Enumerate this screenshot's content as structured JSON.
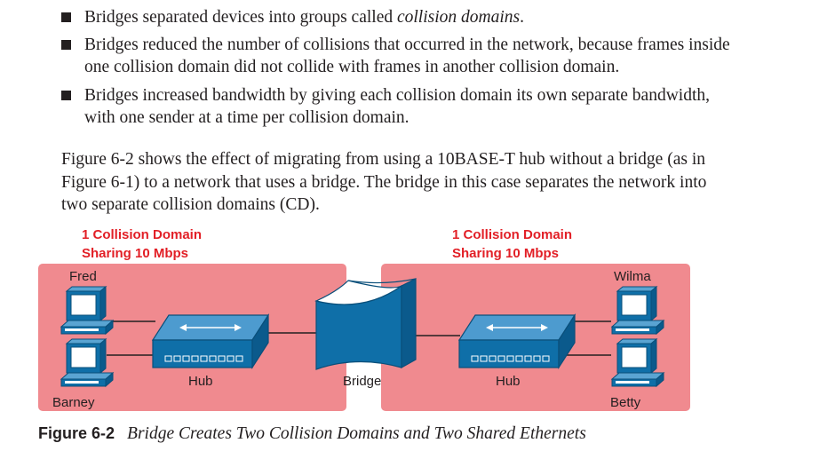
{
  "bullets": [
    {
      "lines": [
        "Bridges separated devices into groups called "
      ],
      "emphasis": "collision domains",
      "tail": "."
    },
    {
      "lines": [
        "Bridges reduced the number of collisions that occurred in the network, because frames inside",
        "one collision domain did not collide with frames in another collision domain."
      ]
    },
    {
      "lines": [
        "Bridges increased bandwidth by giving each collision domain its own separate bandwidth,",
        "with one sender at a time per collision domain."
      ]
    }
  ],
  "paragraph": [
    "Figure 6-2 shows the effect of migrating from using a 10BASE-T hub without a bridge (as in",
    "Figure 6-1) to a network that uses a bridge. The bridge in this case separates the network into",
    "two separate collision domains (CD)."
  ],
  "figure": {
    "left_domain": {
      "line1": "1 Collision Domain",
      "line2": "Sharing 10 Mbps",
      "top_host": "Fred",
      "bottom_host": "Barney",
      "hub": "Hub"
    },
    "right_domain": {
      "line1": "1 Collision Domain",
      "line2": "Sharing 10 Mbps",
      "top_host": "Wilma",
      "bottom_host": "Betty",
      "hub": "Hub"
    },
    "bridge": "Bridge",
    "colors": {
      "domain_fill": "#f08a8f",
      "device_blue": "#0f6fa8",
      "label_red": "#e21f26"
    }
  },
  "caption": {
    "label": "Figure 6-2",
    "text": "Bridge Creates Two Collision Domains and Two Shared Ethernets"
  }
}
